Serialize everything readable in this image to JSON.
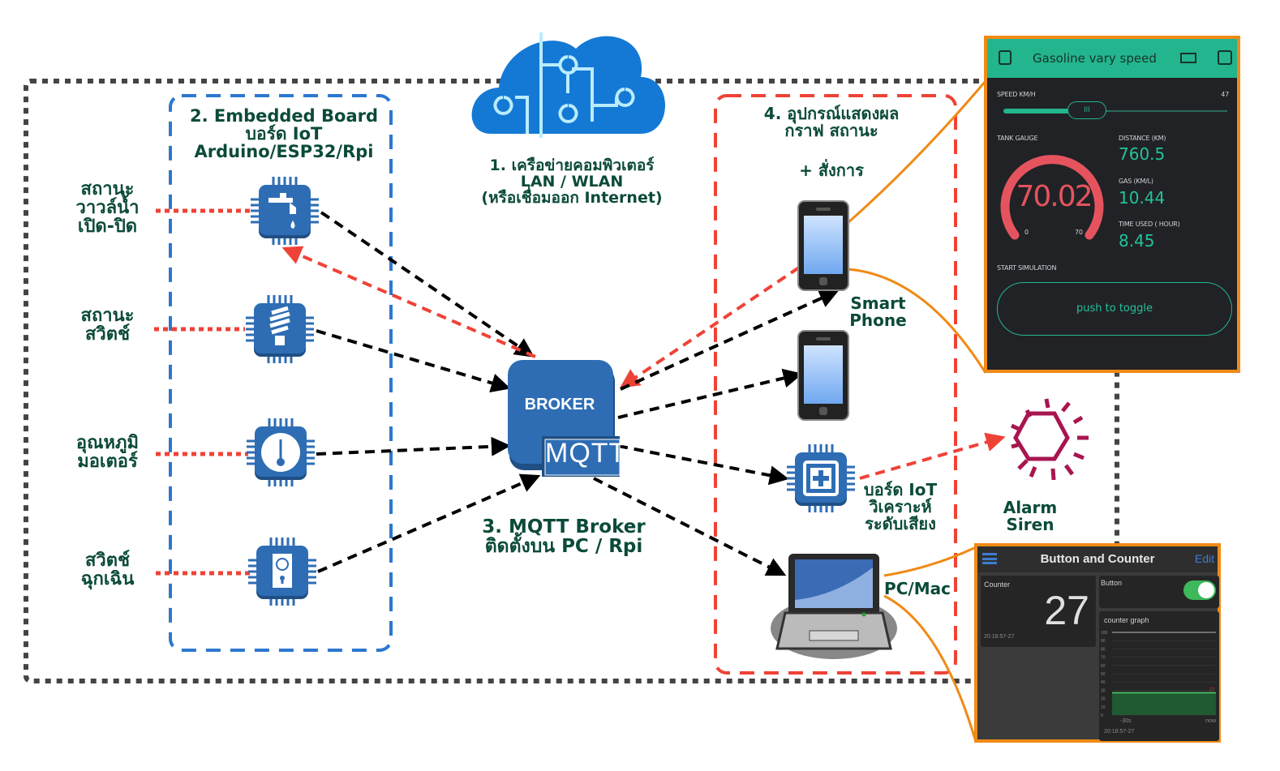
{
  "title": "IoT MQTT System Diagram",
  "network": {
    "label": "1. เครือข่ายคอมพิวเตอร์\nLAN / WLAN\n(หรือเชื่อมออก Internet)",
    "icon": "cloud-circuit-icon"
  },
  "embedded": {
    "label": "2. Embedded Board\nบอร์ด IoT\nArduino/ESP32/Rpi",
    "devices": [
      {
        "label": "สถานะ\nวาวล์น้ำ\nเปิด-ปิด",
        "icon": "water-tap-chip-icon"
      },
      {
        "label": "สถานะ\nสวิตช์",
        "icon": "light-bulb-chip-icon"
      },
      {
        "label": "อุณหภูมิ\nมอเตอร์",
        "icon": "thermometer-chip-icon"
      },
      {
        "label": "สวิตช์\nฉุกเฉิน",
        "icon": "emergency-switch-chip-icon"
      }
    ]
  },
  "broker": {
    "box_label": "BROKER",
    "tag": "MQTT",
    "label": "3. MQTT Broker\nติดตั้งบน PC / Rpi"
  },
  "display": {
    "label": "4. อุปกรณ์แสดงผล\nกราฟ สถานะ",
    "sub_label": "+ สั่งการ",
    "smartphone_label": "Smart\nPhone",
    "iot_board_label": "บอร์ด IoT\nวิเคราะห์\nระดับเสียง",
    "pc_label": "PC/Mac",
    "alarm_label": "Alarm\nSiren"
  },
  "blynk_app": {
    "title": "Gasoline vary speed",
    "speed_label": "SPEED KM/H",
    "speed_value": "47",
    "speed_fraction": 0.47,
    "tank_label": "TANK GAUGE",
    "tank_value": "70.02",
    "tank_min": "0",
    "tank_max": "70",
    "distance_label": "DISTANCE (KM)",
    "distance_value": "760.5",
    "gas_label": "GAS (KM/L)",
    "gas_value": "10.44",
    "time_label": "TIME USED ( HOUR)",
    "time_value": "8.45",
    "sim_label": "START SIMULATION",
    "toggle_label": "push to toggle"
  },
  "counter_app": {
    "title": "Button and Counter",
    "edit_label": "Edit",
    "counter_label": "Counter",
    "counter_value": "27",
    "counter_timestamp": "20:18:57-27",
    "button_label": "Button",
    "button_on": true,
    "graph_label": "counter graph",
    "graph_timestamp": "20:18:57-27",
    "graph_yticks": [
      "100",
      "90",
      "80",
      "70",
      "60",
      "50",
      "40",
      "30",
      "20",
      "10",
      "0"
    ],
    "graph_xstart": "-30s",
    "graph_xend": "now",
    "graph_last_value": "27"
  },
  "colors": {
    "label_green": "#0b4a3a",
    "chip_blue": "#2e6db4",
    "blynk_teal": "#23b58d",
    "orange": "#f08a16",
    "siren": "#a8154f"
  }
}
